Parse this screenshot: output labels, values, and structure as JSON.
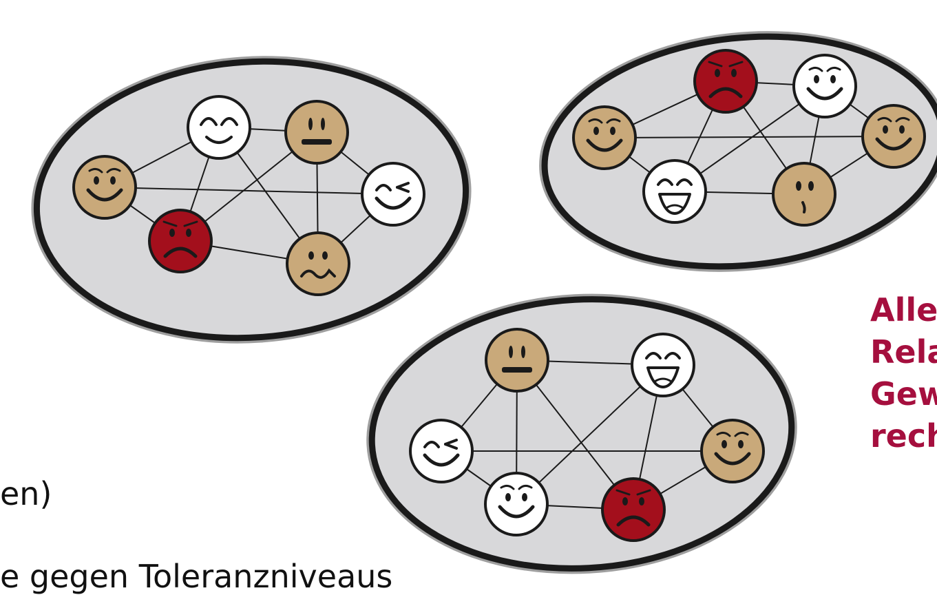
{
  "left_text": {
    "fragment_1": "en)",
    "fragment_2": "e gegen Toleranzniveaus"
  },
  "right_text": {
    "lines": [
      "Alle",
      "Rela",
      "Gew",
      "rech"
    ]
  },
  "colors": {
    "accent": "#a50f3e",
    "group_fill": "#d8d8da",
    "outline": "#1a1a1a",
    "face_tan": "#c9a97a",
    "face_red": "#a30f1c",
    "face_white": "#ffffff"
  },
  "groups": [
    {
      "name": "group-top-left",
      "faces": [
        {
          "tone": "white",
          "mood": "content"
        },
        {
          "tone": "tan",
          "mood": "neutral"
        },
        {
          "tone": "tan",
          "mood": "happy"
        },
        {
          "tone": "white",
          "mood": "wink"
        },
        {
          "tone": "red",
          "mood": "sad"
        },
        {
          "tone": "tan",
          "mood": "worried"
        }
      ]
    },
    {
      "name": "group-top-right",
      "faces": [
        {
          "tone": "red",
          "mood": "sad"
        },
        {
          "tone": "white",
          "mood": "happy"
        },
        {
          "tone": "tan",
          "mood": "happy"
        },
        {
          "tone": "tan",
          "mood": "happy"
        },
        {
          "tone": "white",
          "mood": "laughing"
        },
        {
          "tone": "tan",
          "mood": "unsure"
        }
      ]
    },
    {
      "name": "group-bottom",
      "faces": [
        {
          "tone": "tan",
          "mood": "neutral"
        },
        {
          "tone": "white",
          "mood": "laughing"
        },
        {
          "tone": "white",
          "mood": "wink"
        },
        {
          "tone": "tan",
          "mood": "happy"
        },
        {
          "tone": "white",
          "mood": "happy"
        },
        {
          "tone": "red",
          "mood": "sad"
        }
      ]
    }
  ]
}
